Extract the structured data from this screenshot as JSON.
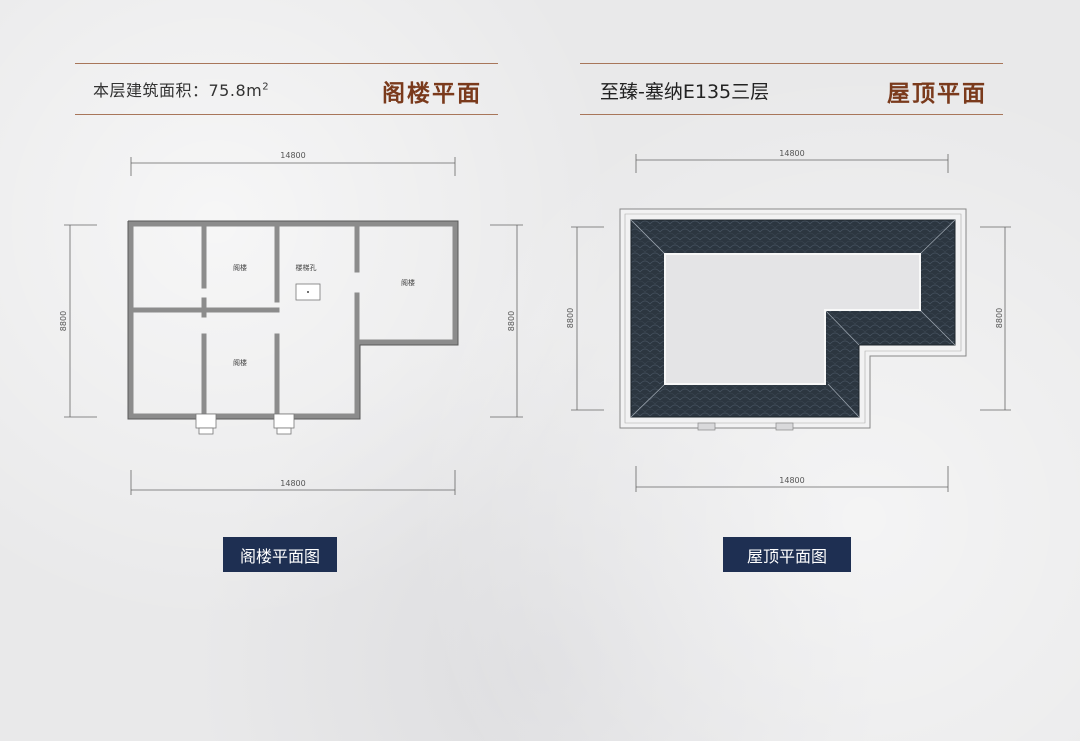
{
  "attic": {
    "area_label": "本层建筑面积：75.8m",
    "area_sup": "2",
    "title": "阁楼平面",
    "dim_width": "14800",
    "dim_height": "8800",
    "rooms": [
      "阁楼",
      "阁楼",
      "阁楼"
    ],
    "stair_label": "楼梯孔",
    "caption": "阁楼平面图"
  },
  "roof": {
    "model_label": "至臻-塞纳E135三层",
    "title": "屋顶平面",
    "dim_width": "14800",
    "dim_height": "8800",
    "caption": "屋顶平面图",
    "tile_color": "#2c3640",
    "flat_color": "#e4e4e6"
  }
}
